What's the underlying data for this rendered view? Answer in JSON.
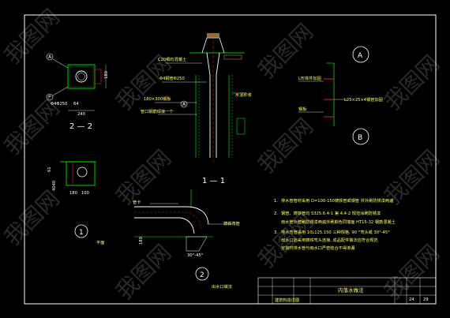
{
  "watermark": "我图网",
  "detail_1": {
    "tag_a": "A",
    "tag_p": "P",
    "dim_side": "180",
    "dim_pipe": "Φ4Φ250",
    "dim_64": "64",
    "dim_240": "240",
    "section_label": "2 — 2"
  },
  "detail_2": {
    "dim_61": "61",
    "dim_4040": "4040",
    "dim_100": "100",
    "dim_180": "180",
    "bubble": "1",
    "caption": "平面"
  },
  "elevation": {
    "label_c20": "C20细石混凝土",
    "label_pipe": "Φ4钢管Φ250",
    "label_180": "180×300钢板",
    "label_anchor": "管口钢筋焊接一个",
    "label_a": "A",
    "label_right": "水泥砂浆",
    "section_label": "1 — 1"
  },
  "detail_bend": {
    "label_top": "管卡",
    "label_right": "铸铁弯管",
    "dim": "180",
    "angle": "30°-45°",
    "bubble": "2",
    "caption": "出水口做法"
  },
  "detail_ab": {
    "bubble_a": "A",
    "bubble_b": "B",
    "label_1": "L形铁件加固",
    "label_2": "L25×25×4钢管加固",
    "label_3": "钢板"
  },
  "notes": [
    {
      "num": "1.",
      "text": "排水管管材采用  D=100-150铸铁管或钢管        并外刷防锈漆两遍"
    },
    {
      "num": "2.",
      "text": "钢管、铸铁管均  S325.6.4-1  第 4.4-2  规范涂刷防锈漆"
    },
    {
      "num": "",
      "text": "雨水管外壁刷防锈漆两遍外刷颜色同墙面          HT15-32  钢筋混凝土"
    },
    {
      "num": "3.",
      "text": "排水弯管采用     10L125.150  三种规格,  90 °弯头或  30°-45°"
    },
    {
      "num": "",
      "text": "出水口处采用铸铁弯头连接,         成品配件做法应符合规范"
    },
    {
      "num": "",
      "text": "安装时排水管与雨水口严密结合不得渗漏"
    }
  ],
  "title_block": {
    "title": "内落水做法",
    "sub": "建筑构造详图",
    "sheet_no": "24",
    "sheet_total": "29"
  }
}
